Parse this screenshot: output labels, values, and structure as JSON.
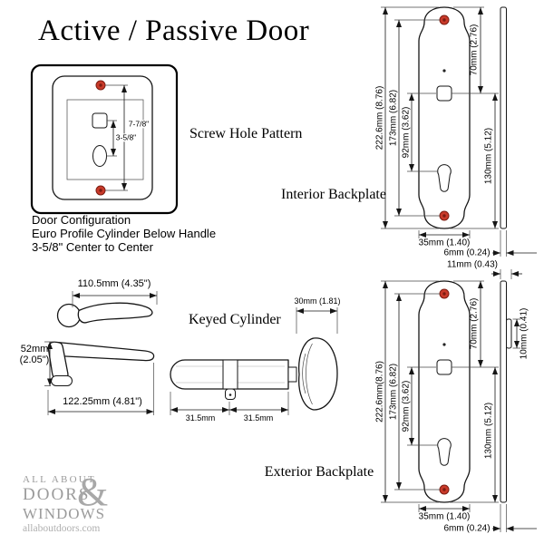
{
  "title": "Active / Passive Door",
  "screw_pattern": {
    "label": "Screw Hole Pattern",
    "screw_spacing": "7-7/8\"",
    "center_to_center": "3-5/8\""
  },
  "door_config": {
    "line1": "Door Configuration",
    "line2": "Euro Profile Cylinder Below Handle",
    "line3": "3-5/8\" Center to Center"
  },
  "interior_backplate": {
    "label": "Interior Backplate",
    "overall_height": "222.6mm (8.76)",
    "screw_spacing": "173mm (6.82)",
    "handle_to_cylinder": "92mm (3.62)",
    "top_to_handle": "70mm (2.76)",
    "handle_to_bottom": "130mm (5.12)",
    "width": "35mm (1.40)",
    "thickness": "6mm (0.24)"
  },
  "exterior_backplate": {
    "label": "Exterior Backplate",
    "overall_height": "222.6mm(8.76)",
    "screw_spacing": "173mm (6.82)",
    "handle_to_cylinder": "92mm (3.62)",
    "top_to_handle": "70mm (2.76)",
    "handle_to_bottom": "130mm (5.12)",
    "profile_depth": "11mm (0.43)",
    "boss_depth": "10mm (0.41)",
    "width": "35mm (1.40)",
    "thickness": "6mm (0.24)"
  },
  "handle": {
    "top_length": "110.5mm (4.35\")",
    "height_mm": "52mm",
    "height_in": "(2.05\")",
    "overall_length": "122.25mm (4.81\")"
  },
  "cylinder": {
    "label": "Keyed Cylinder",
    "thumbturn_width": "30mm (1.81)",
    "left_half": "31.5mm",
    "right_half": "31.5mm"
  },
  "logo": {
    "line1": "ALL ABOUT",
    "line2": "DOORS",
    "ampersand": "&",
    "line3": "WINDOWS",
    "website": "allaboutdoors.com"
  },
  "colors": {
    "screw_hole_red": "#c93a2a",
    "line_black": "#161616",
    "logo_gray": "#9b9b9b"
  }
}
